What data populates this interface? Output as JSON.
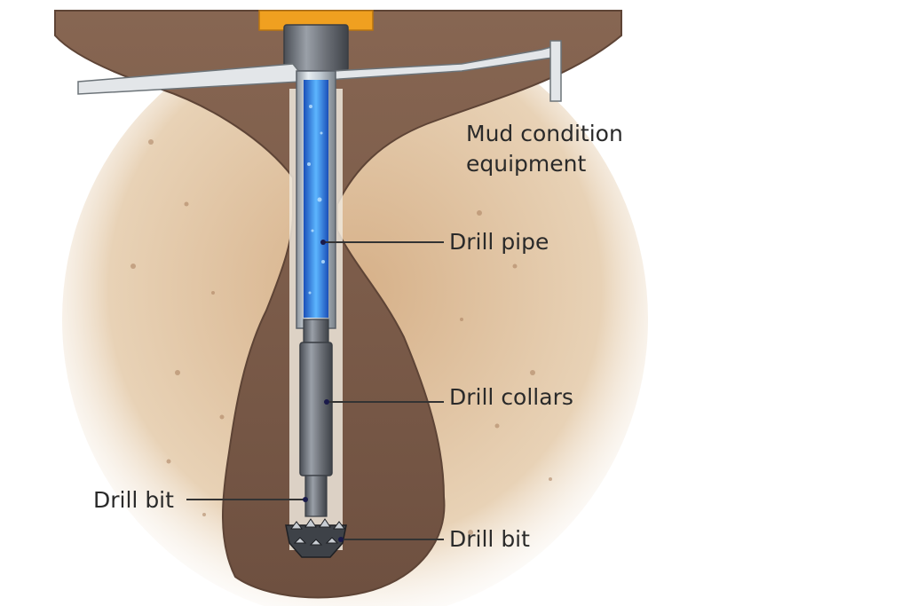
{
  "labels": {
    "mud_condition_line1": "Mud condition",
    "mud_condition_line2": "equipment",
    "drill_pipe": "Drill pipe",
    "drill_collars": "Drill collars",
    "drill_bit_left": "Drill bit",
    "drill_bit_right": "Drill bit"
  },
  "colors": {
    "rock": "#7d5e4a",
    "soil": "#d8b48c",
    "mud_fluid": "#2f7fe0",
    "collar": "#6d7178",
    "casing": "#b8c0c8",
    "accent_top": "#f0a020",
    "leader_line": "#333333"
  },
  "icons": [
    "drill-bit-icon"
  ]
}
